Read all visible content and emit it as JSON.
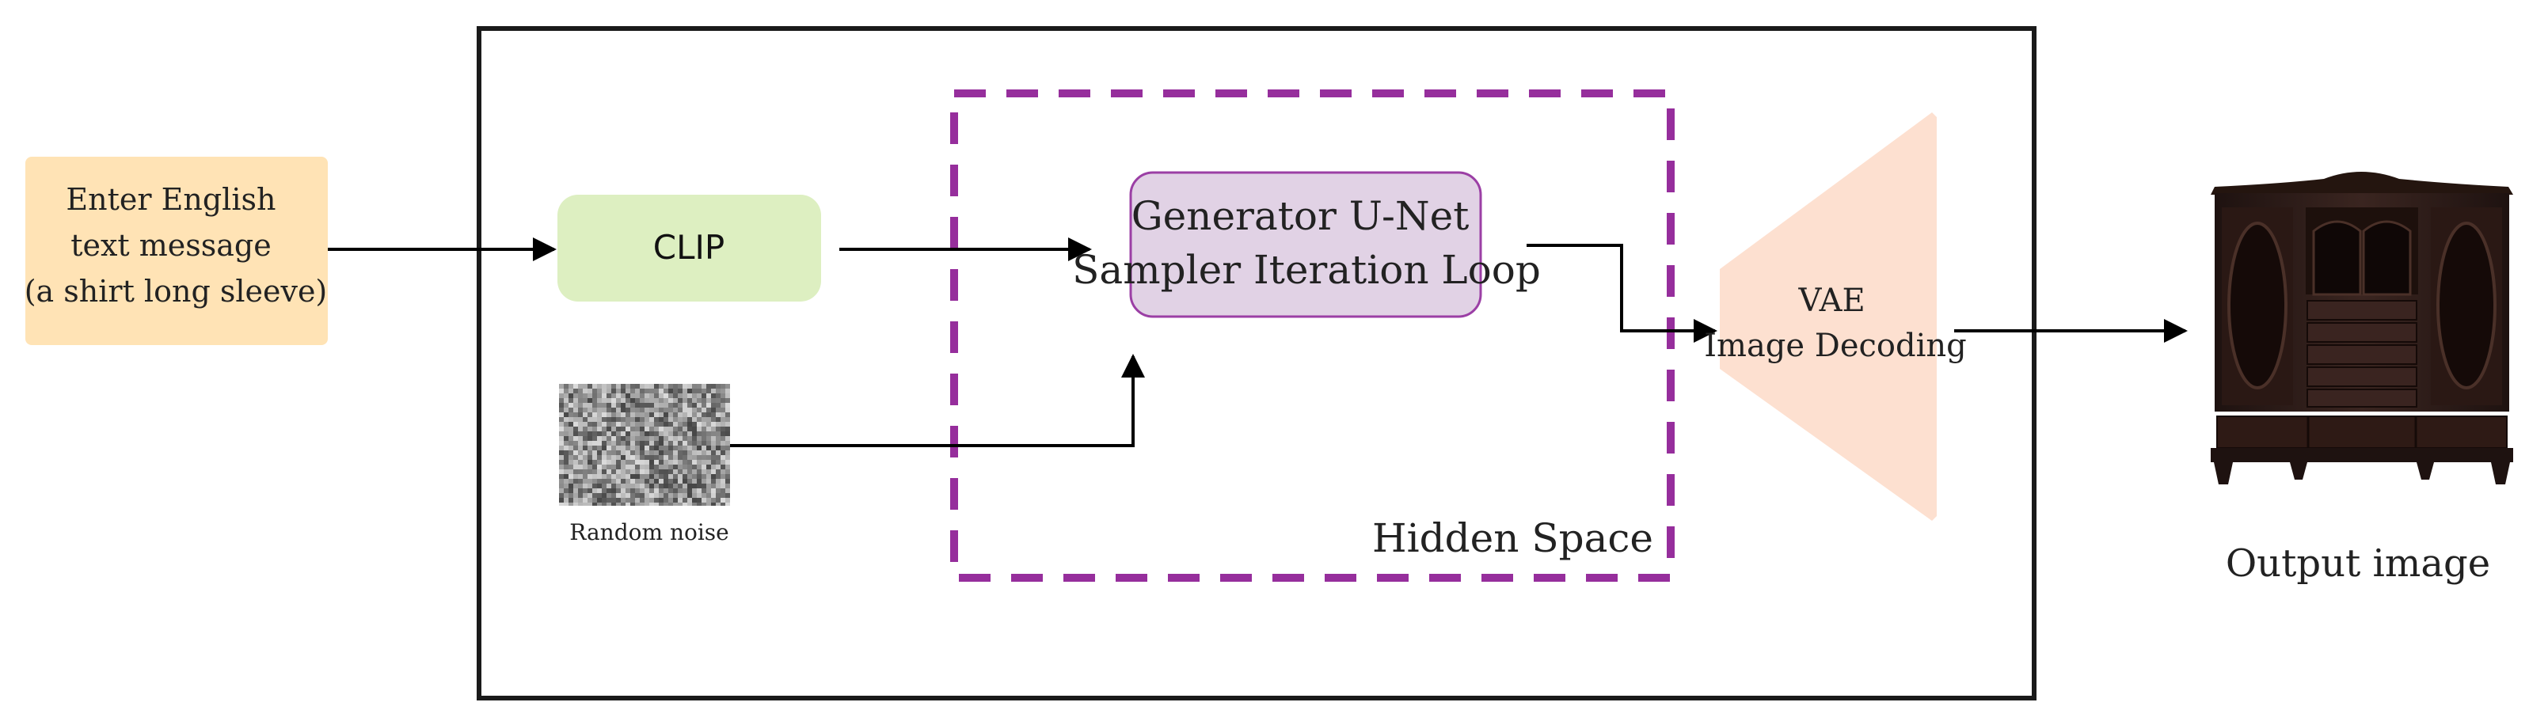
{
  "input": {
    "lines": [
      "Enter English",
      "text message",
      "(a shirt long sleeve)"
    ],
    "color": "#FFE3B5"
  },
  "clip": {
    "label": "CLIP",
    "color": "#DDEFC1"
  },
  "noise": {
    "label": "Random noise"
  },
  "unet": {
    "lines": [
      "Generator U-Net",
      "Sampler Iteration Loop"
    ],
    "color": "#E1D2E5",
    "border_color": "#9B3FA5"
  },
  "hidden_space": {
    "label": "Hidden Space",
    "border_color": "#962E9C"
  },
  "vae": {
    "lines": [
      "VAE",
      "Image Decoding"
    ],
    "color": "#FDE0D0"
  },
  "output": {
    "label": "Output image",
    "icon": "wardrobe-icon"
  }
}
